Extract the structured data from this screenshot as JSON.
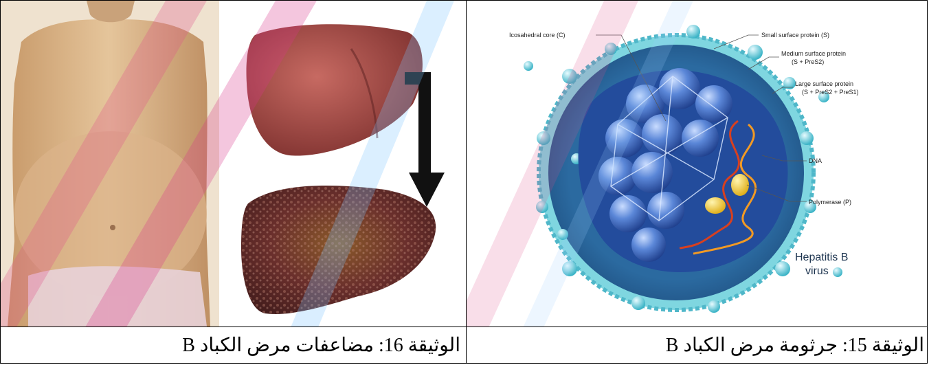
{
  "document": {
    "left_caption": "الوثيقة 16: مضاعفات مرض الكباد B",
    "right_caption": "الوثيقة 15: جرثومة مرض الكباد B"
  },
  "virus_diagram": {
    "labels": {
      "icosahedral_core": "Icosahedral core (C)",
      "small_surface": "Small surface protein (S)",
      "medium_surface_1": "Medium surface protein",
      "medium_surface_2": "(S + PreS2)",
      "large_surface_1": "Large surface protein",
      "large_surface_2": "(S + PreS2 + PreS1)",
      "dna": "DNA",
      "polymerase": "Polymerase (P)",
      "title_1": "Hepatitis B",
      "title_2": "virus"
    }
  },
  "colors": {
    "envelope": "#5fc7d6",
    "core": "#3a66b8",
    "dna_red": "#d8401f",
    "dna_orange": "#f29a24",
    "polymerase": "#f2cc3a",
    "healthy_liver": "#a24a45",
    "cirrhotic_liver": "#5e2a28",
    "watermark_pink": "#e04f8a"
  }
}
